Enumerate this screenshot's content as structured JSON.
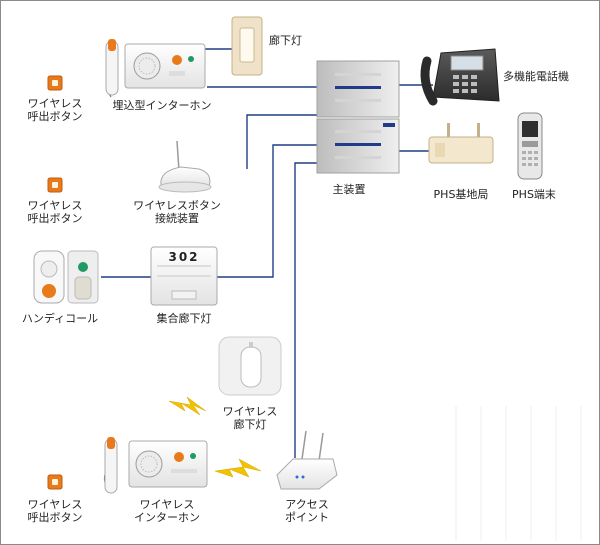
{
  "labels": {
    "wireless_call_button_1": "ワイヤレス\n呼出ボタン",
    "wireless_call_button_2": "ワイヤレス\n呼出ボタン",
    "wireless_call_button_3": "ワイヤレス\n呼出ボタン",
    "builtin_intercom": "埋込型インターホン",
    "corridor_light": "廊下灯",
    "main_unit": "主装置",
    "multifunction_phone": "多機能電話機",
    "phs_base_station": "PHS基地局",
    "phs_terminal": "PHS端末",
    "wireless_button_receiver": "ワイヤレスボタン\n接続装置",
    "handy_call": "ハンディコール",
    "room_number": "302",
    "group_corridor_light": "集合廊下灯",
    "wireless_corridor_light": "ワイヤレス\n廊下灯",
    "wireless_intercom": "ワイヤレス\nインターホン",
    "access_point": "アクセス\nポイント"
  },
  "colors": {
    "line": "#1e3f86",
    "button_orange": "#e87a1c",
    "lightning": "#f2c200",
    "green_button": "#1f9a63"
  }
}
